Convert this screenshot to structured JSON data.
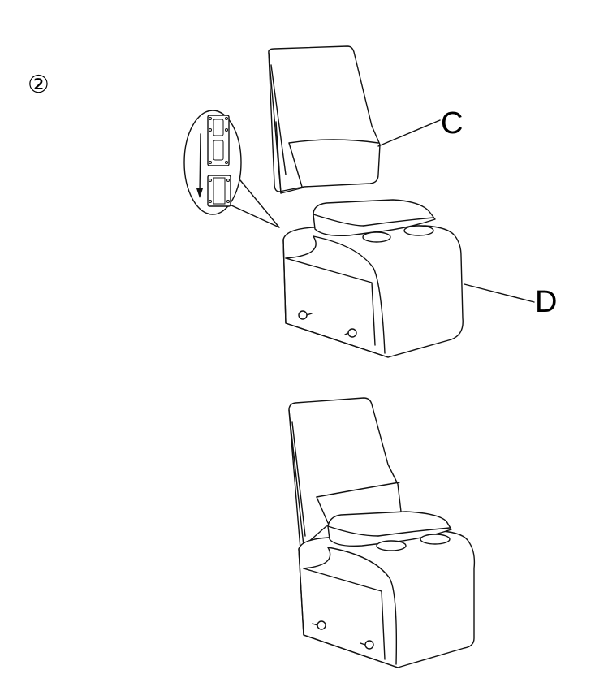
{
  "step_marker": "②",
  "labels": {
    "backrest": "C",
    "seat_base": "D"
  }
}
